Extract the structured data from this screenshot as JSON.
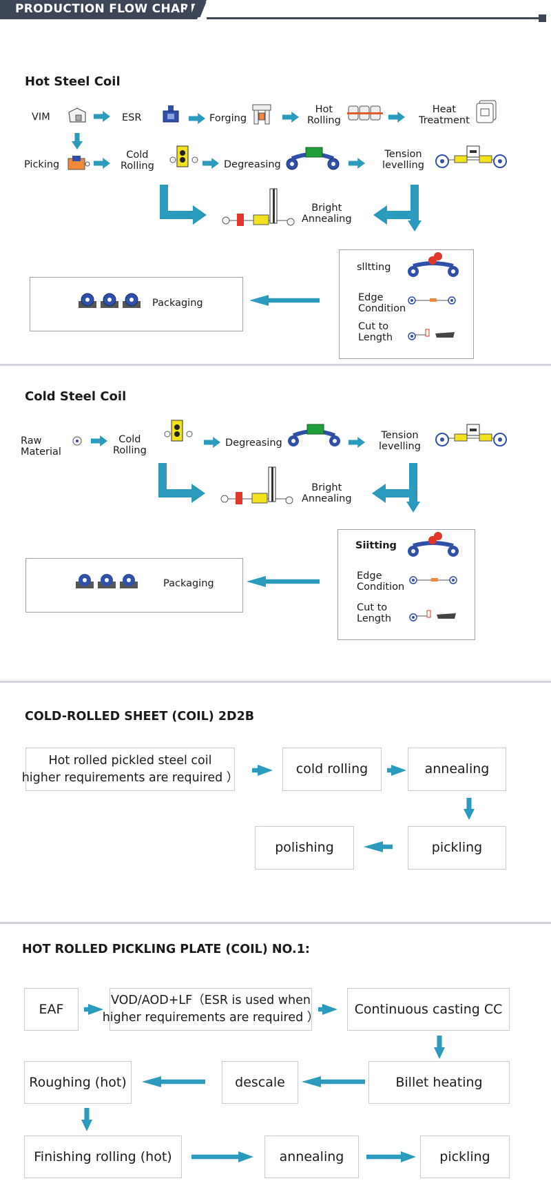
{
  "header": {
    "title": "PRODUCTION FLOW CHART"
  },
  "hot_steel_coil": {
    "title": "Hot Steel Coil",
    "row1": [
      "VIM",
      "ESR",
      "Forging",
      "Hot\nRolling",
      "Heat\nTreatment"
    ],
    "row2": [
      "Picking",
      "Cold\nRolling",
      "Degreasing",
      "Tension\nlevelling"
    ],
    "bright_annealing": "Bright\nAnnealing",
    "finishing": [
      "slltting",
      "Edge\nCondition",
      "Cut to\nLength"
    ],
    "packaging": "Packaging"
  },
  "cold_steel_coil": {
    "title": "Cold Steel Coil",
    "row1": [
      "Raw\nMaterial",
      "Cold\nRolling",
      "Degreasing",
      "Tension\nlevelling"
    ],
    "bright_annealing": "Bright\nAnnealing",
    "finishing": [
      "Siitting",
      "Edge\nCondition",
      "Cut to\nLength"
    ],
    "packaging": "Packaging"
  },
  "cold_rolled_sheet": {
    "title": "COLD-ROLLED SHEET (COIL) 2D2B",
    "steps": {
      "start": "Hot rolled pickled steel coil\nhigher requirements are required ）",
      "cold_rolling": "cold rolling",
      "annealing": "annealing",
      "pickling": "pickling",
      "polishing": "polishing"
    }
  },
  "hot_rolled_pickling": {
    "title": "HOT ROLLED PICKLING PLATE (COIL) NO.1:",
    "steps": {
      "eaf": "EAF",
      "vod": "VOD/AOD+LF（ESR is used when\nhigher requirements are required ）",
      "cc": "Continuous casting CC",
      "billet": "Billet heating",
      "descale": "descale",
      "roughing": "Roughing (hot)",
      "finishing": "Finishing rolling (hot)",
      "annealing": "annealing",
      "pickling": "pickling"
    }
  },
  "colors": {
    "accent": "#2a9bbd",
    "header": "#3d4656",
    "coil": "#2f4fa8",
    "degreaser": "#1f9e3a"
  }
}
